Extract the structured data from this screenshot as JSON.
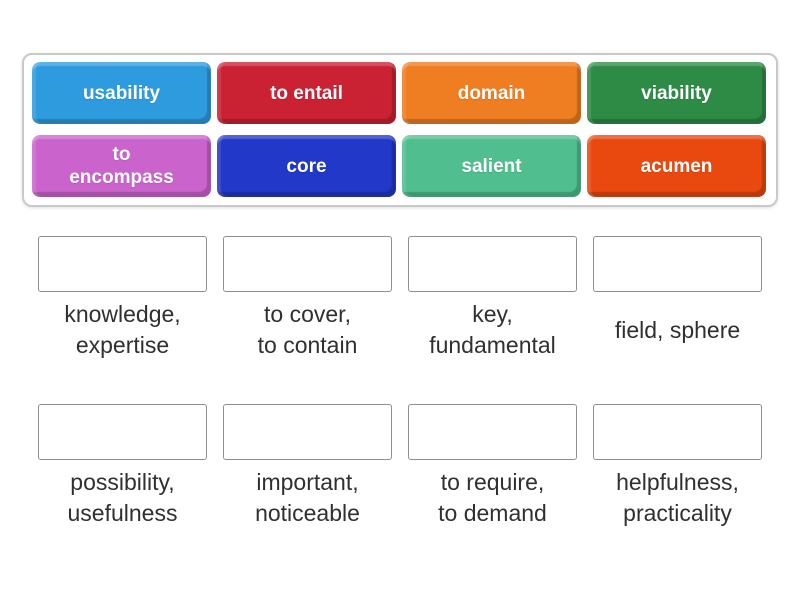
{
  "activity": {
    "kind": "match-up-vocabulary",
    "background_color": "#ffffff",
    "tray_border_color": "#c9c9c9",
    "drop_box_border_color": "#8f8f8f",
    "definition_text_color": "#303030",
    "tile_text_color": "#ffffff"
  },
  "tray": {
    "tiles": [
      {
        "label": "usability",
        "lines": [
          "usability",
          ""
        ],
        "color": "#2E9BDF"
      },
      {
        "label": "to entail",
        "lines": [
          "to entail",
          ""
        ],
        "color": "#CB2233"
      },
      {
        "label": "domain",
        "lines": [
          "domain",
          ""
        ],
        "color": "#EF7D21"
      },
      {
        "label": "viability",
        "lines": [
          "viability",
          ""
        ],
        "color": "#2E8B46"
      },
      {
        "label": "to encompass",
        "lines": [
          "to",
          "encompass"
        ],
        "color": "#CB63CD"
      },
      {
        "label": "core",
        "lines": [
          "core",
          ""
        ],
        "color": "#2138C8"
      },
      {
        "label": "salient",
        "lines": [
          "salient",
          ""
        ],
        "color": "#50BE8E"
      },
      {
        "label": "acumen",
        "lines": [
          "acumen",
          ""
        ],
        "color": "#E9490F"
      }
    ]
  },
  "matches": {
    "row1": [
      {
        "definition": "knowledge, expertise",
        "lines": [
          "knowledge,",
          "expertise"
        ]
      },
      {
        "definition": "to cover, to contain",
        "lines": [
          "to cover,",
          "to contain"
        ]
      },
      {
        "definition": "key, fundamental",
        "lines": [
          "key,",
          "fundamental"
        ]
      },
      {
        "definition": "field, sphere",
        "lines": [
          "field, sphere",
          ""
        ]
      }
    ],
    "row2": [
      {
        "definition": "possibility, usefulness",
        "lines": [
          "possibility,",
          "usefulness"
        ]
      },
      {
        "definition": "important, noticeable",
        "lines": [
          "important,",
          "noticeable"
        ]
      },
      {
        "definition": "to require, to demand",
        "lines": [
          "to require,",
          "to demand"
        ]
      },
      {
        "definition": "helpfulness, practicality",
        "lines": [
          "helpfulness,",
          "practicality"
        ]
      }
    ]
  }
}
